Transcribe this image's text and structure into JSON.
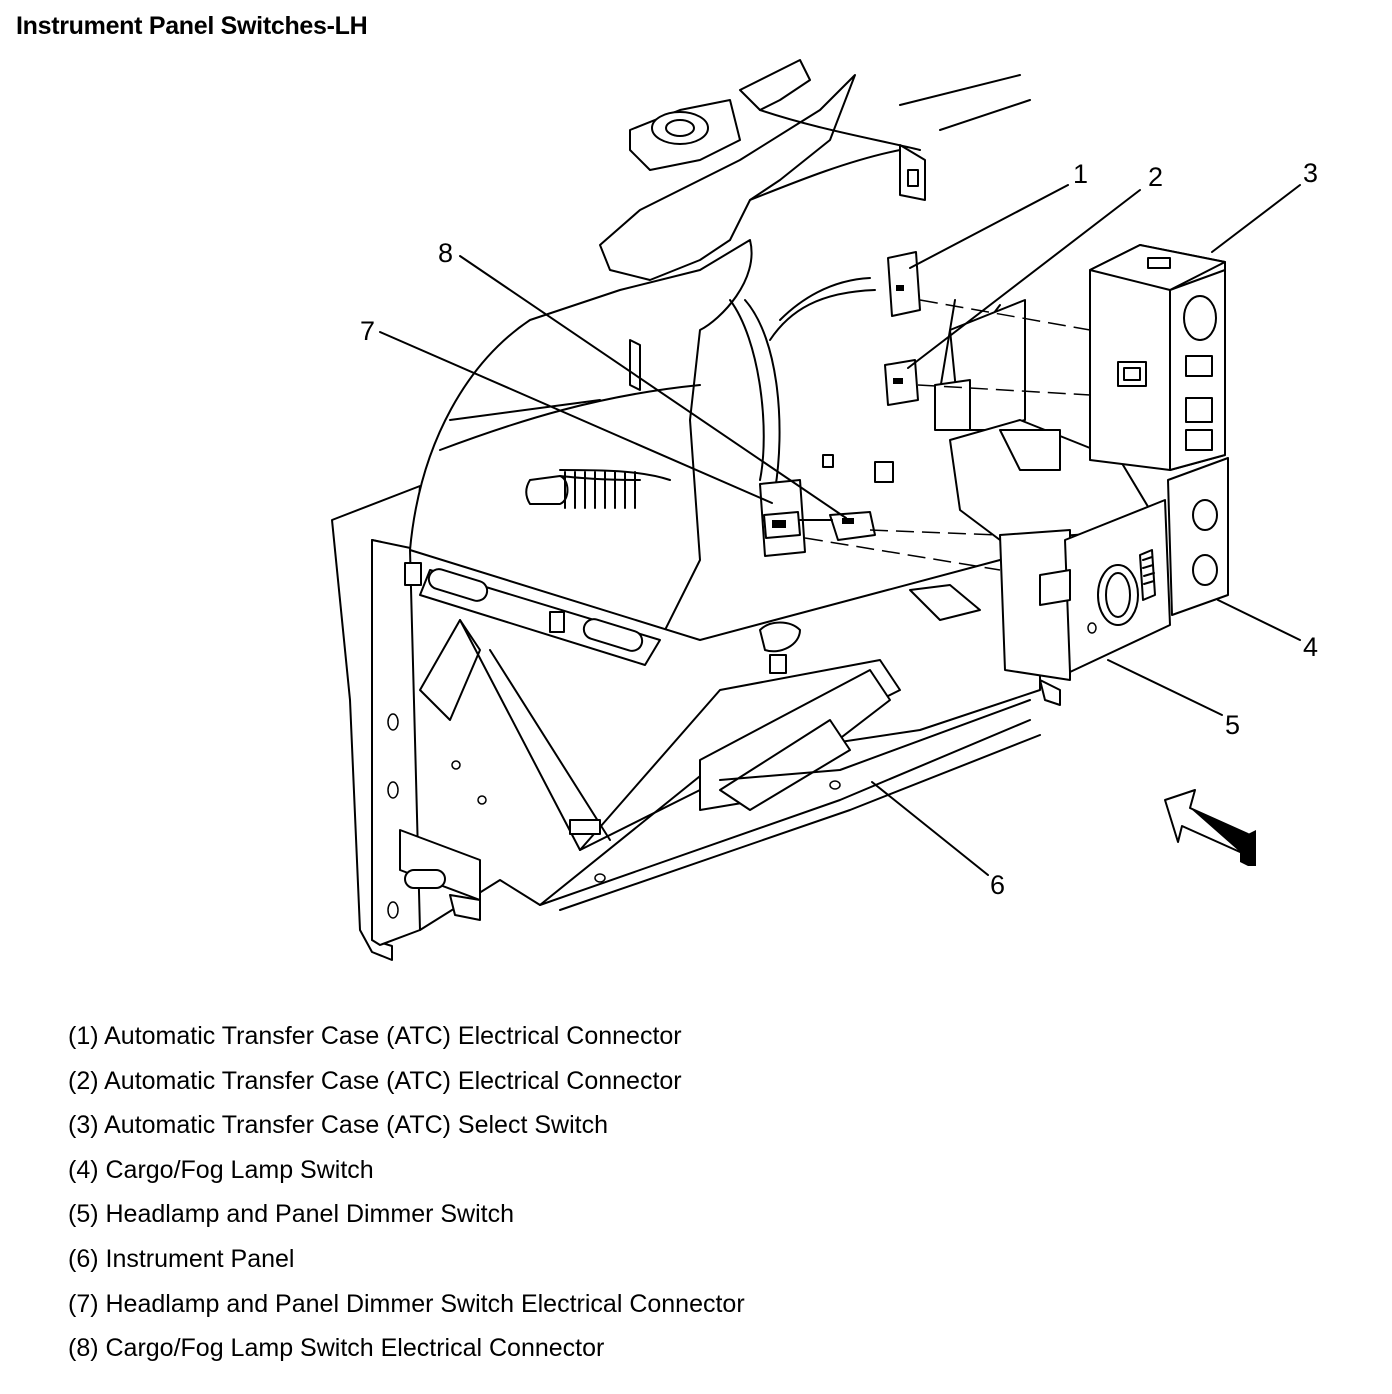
{
  "title": "Instrument Panel Switches-LH",
  "callouts": [
    "1",
    "2",
    "3",
    "4",
    "5",
    "6",
    "7",
    "8"
  ],
  "legend": [
    "(1) Automatic Transfer Case (ATC) Electrical Connector",
    "(2) Automatic Transfer Case (ATC) Electrical Connector",
    "(3) Automatic Transfer Case (ATC) Select Switch",
    "(4) Cargo/Fog Lamp Switch",
    "(5) Headlamp and Panel Dimmer Switch",
    "(6) Instrument Panel",
    "(7) Headlamp and Panel Dimmer Switch Electrical Connector",
    "(8) Cargo/Fog Lamp Switch Electrical Connector"
  ],
  "colors": {
    "line": "#000000",
    "background": "#ffffff"
  },
  "icons": {
    "view_arrow": "view-direction-arrow-icon"
  }
}
